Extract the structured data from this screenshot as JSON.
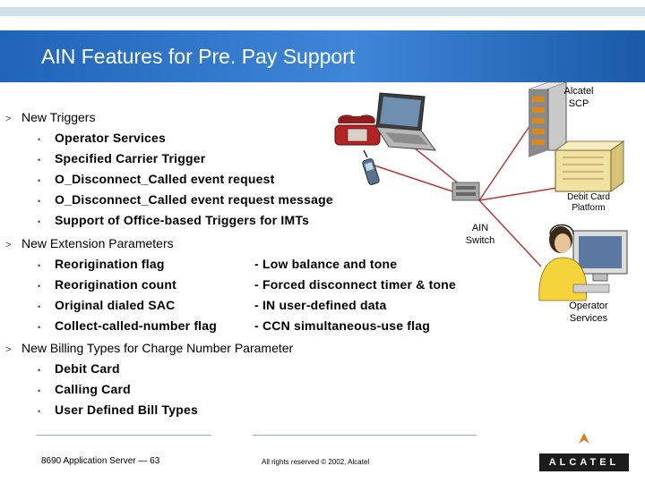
{
  "slide": {
    "title": "AIN Features for Pre. Pay Support"
  },
  "sections": [
    {
      "heading": "New Triggers",
      "items": [
        "Operator Services",
        "Specified Carrier Trigger",
        "O_Disconnect_Called event request",
        "O_Disconnect_Called event request message",
        "Support of Office-based Triggers for IMTs"
      ]
    },
    {
      "heading": "New Extension Parameters",
      "items": [
        "Reorigination flag",
        "Reorigination count",
        "Original dialed SAC",
        "Collect-called-number flag"
      ],
      "side_items": [
        "- Low balance and tone",
        "- Forced disconnect timer & tone",
        "- IN user-defined data",
        "- CCN simultaneous-use flag"
      ]
    },
    {
      "heading": "New Billing Types for Charge Number Parameter",
      "items": [
        "Debit Card",
        "Calling Card",
        "User Defined Bill Types"
      ]
    }
  ],
  "markers": {
    "level1": ">",
    "level2": "•"
  },
  "diagram": {
    "scp_label": "Alcatel\nSCP",
    "debit_label": "Debit Card\nPlatform",
    "ain_label": "AIN\nSwitch",
    "operator_label": "Operator\nServices",
    "line_color": "#b33a3a"
  },
  "footer": {
    "left": "8690 Application Server — 63",
    "center": "All rights reserved © 2002, Alcatel",
    "logo": "ALCATEL"
  }
}
